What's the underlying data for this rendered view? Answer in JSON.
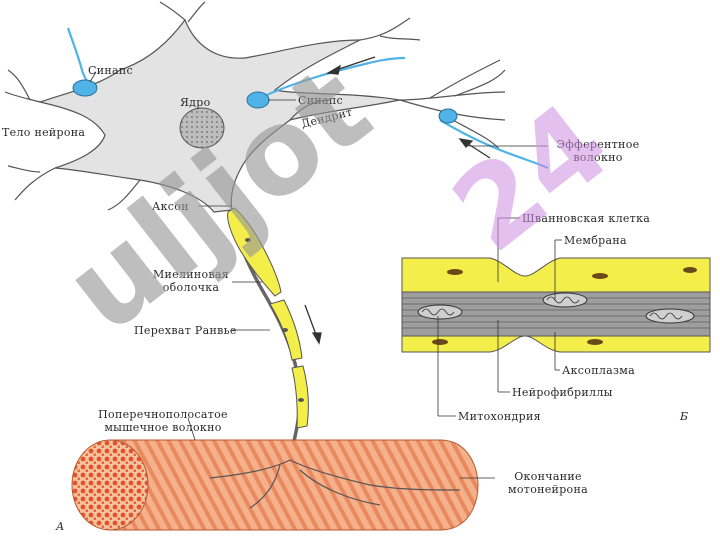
{
  "labels": {
    "synapse_1": "Синапс",
    "synapse_2": "Синапс",
    "nucleus": "Ядро",
    "cell_body": "Тело нейрона",
    "dendrite": "Дендрит",
    "efferent_line1": "Эфферентное",
    "efferent_line2": "волокно",
    "axon": "Аксон",
    "myelin_line1": "Миелиновая",
    "myelin_line2": "оболочка",
    "ranvier": "Перехват Ранвье",
    "striated_line1": "Поперечнополосатое",
    "striated_line2": "мышечное волокно",
    "ending_line1": "Окончание",
    "ending_line2": "мотонейрона",
    "schwann": "Шванновская клетка",
    "membrane": "Мембрана",
    "axoplasm": "Аксоплазма",
    "neurofibrils": "Нейрофибриллы",
    "mitochondria": "Митохондрия",
    "panel_a": "А",
    "panel_b": "Б"
  },
  "watermark": {
    "main": "uljjot",
    "number": "24"
  },
  "colors": {
    "cell_body": "#e3e3e3",
    "myelin": "#f4ee4a",
    "synapse_blue": "#4fb3e8",
    "muscle": "#f3a67a",
    "muscle_dots": "#e2542a",
    "watermark_gray": "#969696",
    "watermark_purple": "#cd8ce1"
  }
}
